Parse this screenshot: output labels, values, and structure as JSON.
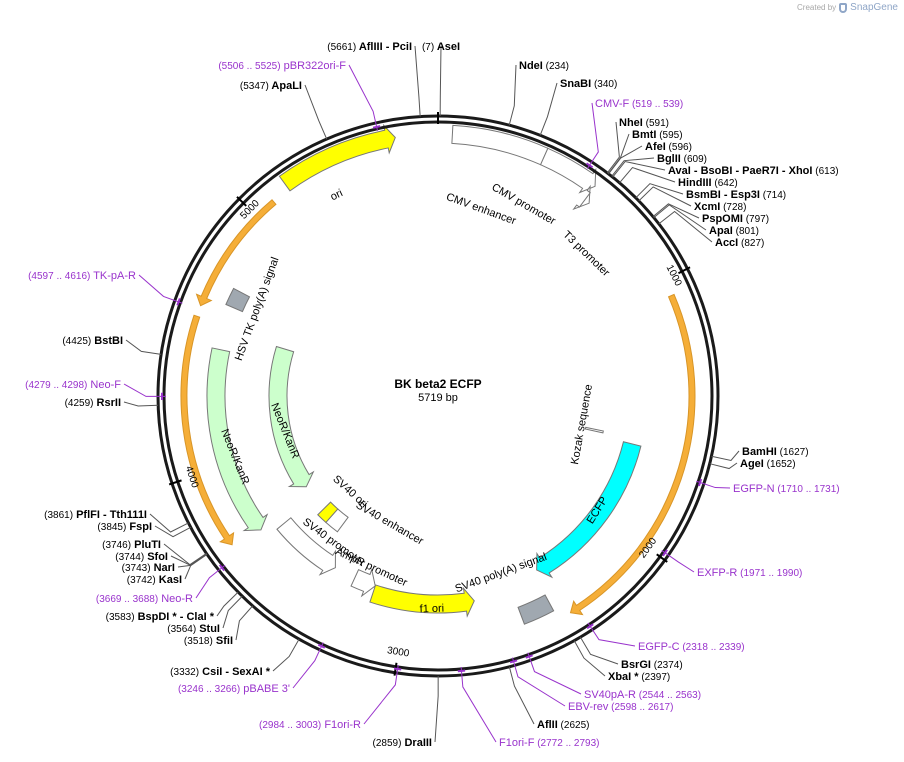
{
  "credit": {
    "created_by": "Created by",
    "brand": "SnapGene"
  },
  "plasmid": {
    "name": "BK beta2 ECFP",
    "length_label": "5719 bp",
    "length": 5719
  },
  "colors": {
    "backbone": "#1a1a1a",
    "primer": "#9933cc",
    "feature_ori": "#ffff00",
    "feature_ecfp": "#00ffff",
    "feature_neo": "#ccffcc",
    "feature_orange": "#f5a623",
    "feature_white": "#ffffff",
    "polyA": "#a0a8b0"
  },
  "tick_labels": [
    {
      "text": "1000",
      "bp": 1000
    },
    {
      "text": "2000",
      "bp": 2000
    },
    {
      "text": "3000",
      "bp": 3000
    },
    {
      "text": "4000",
      "bp": 4000
    },
    {
      "text": "5000",
      "bp": 5000
    }
  ],
  "features": [
    {
      "label": "ori",
      "start": 5150,
      "end": 5570,
      "ring": 262,
      "fill": "#ffff00",
      "dir": 1
    },
    {
      "label": "CMV enhancer",
      "start": 50,
      "end": 380,
      "ring": 262,
      "fill": "#ffffff",
      "dir": 0
    },
    {
      "label": "CMV promoter",
      "start": 380,
      "end": 585,
      "ring": 262,
      "fill": "#ffffff",
      "dir": 1
    },
    {
      "label": "T3 promoter",
      "start": 585,
      "end": 605,
      "ring": 245,
      "fill": "#ffffff",
      "dir": 1
    },
    {
      "label": "Kozak sequence",
      "start": 1620,
      "end": 1630,
      "ring": 160,
      "fill": "#ffffff",
      "dir": 0
    },
    {
      "label": "ECFP",
      "start": 1650,
      "end": 2390,
      "ring": 200,
      "fill": "#00ffff",
      "dir": 1
    },
    {
      "label": "SV40 poly(A) signal",
      "start": 2410,
      "end": 2530,
      "ring": 235,
      "fill": "#a0a8b0",
      "dir": 0
    },
    {
      "label": "f1 ori",
      "start": 2700,
      "end": 3150,
      "ring": 208,
      "fill": "#ffff00",
      "dir": -1
    },
    {
      "label": "AmpR promoter",
      "start": 3150,
      "end": 3250,
      "ring": 200,
      "fill": "#ffffff",
      "dir": -1
    },
    {
      "label": "SV40 promoter",
      "start": 3350,
      "end": 3660,
      "ring": 200,
      "fill": "#ffffff",
      "dir": -1
    },
    {
      "label": "SV40 enhancer",
      "start": 3440,
      "end": 3520,
      "ring": 160,
      "fill": "#ffffff",
      "dir": 0
    },
    {
      "label": "SV40 ori",
      "start": 3520,
      "end": 3580,
      "ring": 160,
      "fill": "#ffff00",
      "dir": 0
    },
    {
      "label": "NeoR/KanR",
      "start": 3700,
      "end": 4480,
      "ring": 222,
      "fill": "#ccffcc",
      "dir": -1
    },
    {
      "label": "NeoR/KanR",
      "start": 3740,
      "end": 4560,
      "ring": 160,
      "fill": "#ccffcc",
      "dir": -1
    },
    {
      "label": "HSV TK poly(A) signal",
      "start": 4660,
      "end": 4730,
      "ring": 222,
      "fill": "#a0a8b0",
      "dir": 0
    }
  ],
  "orange_arcs": [
    {
      "start": 1060,
      "end": 2360,
      "dir": 1
    },
    {
      "start": 3720,
      "end": 4580,
      "dir": -1
    },
    {
      "start": 4620,
      "end": 5080,
      "dir": -1
    }
  ],
  "inner_feature_labels": [
    {
      "text": "ori"
    },
    {
      "text": "CMV enhancer"
    },
    {
      "text": "CMV promoter"
    },
    {
      "text": "T3 promoter"
    },
    {
      "text": "Kozak sequence"
    },
    {
      "text": "ECFP"
    },
    {
      "text": "SV40 poly(A) signal"
    },
    {
      "text": "f1 ori"
    },
    {
      "text": "AmpR promoter"
    },
    {
      "text": "SV40 promoter"
    },
    {
      "text": "SV40 enhancer"
    },
    {
      "text": "SV40 ori"
    },
    {
      "text": "NeoR/KanR"
    },
    {
      "text": "NeoR/KanR"
    },
    {
      "text": "HSV TK poly(A) signal"
    }
  ],
  "sites": [
    {
      "name": "AseI",
      "pos": "(7)",
      "bp": 7,
      "primer": false
    },
    {
      "name": "AflIII",
      "extra": "  -  PciI",
      "pos": "(5661)",
      "bp": 5661,
      "primer": false
    },
    {
      "name": "pBR322ori-F",
      "pos": "(5506 .. 5525)",
      "bp": 5515,
      "primer": true
    },
    {
      "name": "ApaLI",
      "pos": "(5347)",
      "bp": 5347,
      "primer": false
    },
    {
      "name": "NdeI",
      "pos": "(234)",
      "bp": 234,
      "primer": false
    },
    {
      "name": "SnaBI",
      "pos": "(340)",
      "bp": 340,
      "primer": false
    },
    {
      "name": "CMV-F",
      "pos": "(519 .. 539)",
      "bp": 529,
      "primer": true
    },
    {
      "name": "NheI",
      "pos": "(591)",
      "bp": 591,
      "primer": false
    },
    {
      "name": "BmtI",
      "pos": "(595)",
      "bp": 595,
      "primer": false
    },
    {
      "name": "AfeI",
      "pos": "(596)",
      "bp": 596,
      "primer": false
    },
    {
      "name": "BglII",
      "pos": "(609)",
      "bp": 609,
      "primer": false
    },
    {
      "name": "AvaI",
      "extra": "  -  BsoBI   -  PaeR7I   -  XhoI",
      "pos": "(613)",
      "bp": 613,
      "primer": false
    },
    {
      "name": "HindIII",
      "pos": "(642)",
      "bp": 642,
      "primer": false
    },
    {
      "name": "BsmBI",
      "extra": "  -  Esp3I",
      "pos": "(714)",
      "bp": 714,
      "primer": false
    },
    {
      "name": "XcmI",
      "pos": "(728)",
      "bp": 728,
      "primer": false
    },
    {
      "name": "PspOMI",
      "pos": "(797)",
      "bp": 797,
      "primer": false
    },
    {
      "name": "ApaI",
      "pos": "(801)",
      "bp": 801,
      "primer": false
    },
    {
      "name": "AccI",
      "pos": "(827)",
      "bp": 827,
      "primer": false
    },
    {
      "name": "BamHI",
      "pos": "(1627)",
      "bp": 1627,
      "primer": false
    },
    {
      "name": "AgeI",
      "pos": "(1652)",
      "bp": 1652,
      "primer": false
    },
    {
      "name": "EGFP-N",
      "pos": "(1710 .. 1731)",
      "bp": 1720,
      "primer": true
    },
    {
      "name": "EXFP-R",
      "pos": "(1971 .. 1990)",
      "bp": 1980,
      "primer": true
    },
    {
      "name": "EGFP-C",
      "pos": "(2318 .. 2339)",
      "bp": 2328,
      "primer": true
    },
    {
      "name": "BsrGI",
      "pos": "(2374)",
      "bp": 2374,
      "primer": false
    },
    {
      "name": "XbaI *",
      "pos": "(2397)",
      "bp": 2397,
      "primer": false
    },
    {
      "name": "SV40pA-R",
      "pos": "(2544 .. 2563)",
      "bp": 2553,
      "primer": true
    },
    {
      "name": "EBV-rev",
      "pos": "(2598 .. 2617)",
      "bp": 2607,
      "primer": true
    },
    {
      "name": "AflII",
      "pos": "(2625)",
      "bp": 2625,
      "primer": false
    },
    {
      "name": "F1ori-F",
      "pos": "(2772 .. 2793)",
      "bp": 2782,
      "primer": true
    },
    {
      "name": "DraIII",
      "pos": "(2859)",
      "bp": 2859,
      "primer": false
    },
    {
      "name": "F1ori-R",
      "pos": "(2984 .. 3003)",
      "bp": 2993,
      "primer": true
    },
    {
      "name": "pBABE 3'",
      "pos": "(3246 .. 3266)",
      "bp": 3256,
      "primer": true
    },
    {
      "name": "CsiI",
      "extra": "  -  SexAI *",
      "pos": "(3332)",
      "bp": 3332,
      "primer": false
    },
    {
      "name": "SfiI",
      "pos": "(3518)",
      "bp": 3518,
      "primer": false
    },
    {
      "name": "StuI",
      "pos": "(3564)",
      "bp": 3564,
      "primer": false
    },
    {
      "name": "BspDI *",
      "extra": "  -  ClaI *",
      "pos": "(3583)",
      "bp": 3583,
      "primer": false
    },
    {
      "name": "Neo-R",
      "pos": "(3669 .. 3688)",
      "bp": 3678,
      "primer": true
    },
    {
      "name": "KasI",
      "pos": "(3742)",
      "bp": 3742,
      "primer": false
    },
    {
      "name": "NarI",
      "pos": "(3743)",
      "bp": 3743,
      "primer": false
    },
    {
      "name": "SfoI",
      "pos": "(3744)",
      "bp": 3744,
      "primer": false
    },
    {
      "name": "PluTI",
      "pos": "(3746)",
      "bp": 3746,
      "primer": false
    },
    {
      "name": "FspI",
      "pos": "(3845)",
      "bp": 3845,
      "primer": false
    },
    {
      "name": "PflFI",
      "extra": "  -  Tth111I",
      "pos": "(3861)",
      "bp": 3861,
      "primer": false
    },
    {
      "name": "RsrII",
      "pos": "(4259)",
      "bp": 4259,
      "primer": false
    },
    {
      "name": "Neo-F",
      "pos": "(4279 .. 4298)",
      "bp": 4288,
      "primer": true
    },
    {
      "name": "BstBI",
      "pos": "(4425)",
      "bp": 4425,
      "primer": false
    },
    {
      "name": "TK-pA-R",
      "pos": "(4597 .. 4616)",
      "bp": 4606,
      "primer": true
    }
  ]
}
